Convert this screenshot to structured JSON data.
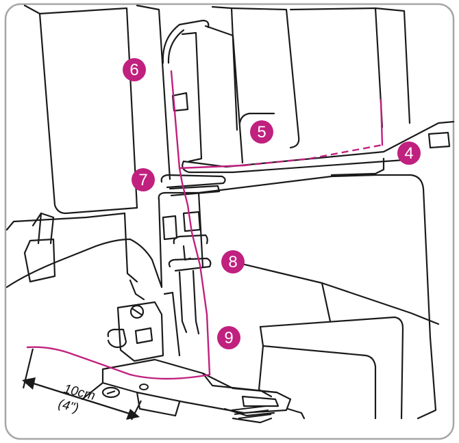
{
  "colors": {
    "thread": "#c0207e",
    "badge": "#c0207e",
    "line_art": "#1a1a1a",
    "background": "#ffffff",
    "frame_border": "#a6a6a6"
  },
  "badges": [
    {
      "id": "6",
      "label": "6"
    },
    {
      "id": "5",
      "label": "5"
    },
    {
      "id": "4",
      "label": "4"
    },
    {
      "id": "7",
      "label": "7"
    },
    {
      "id": "8",
      "label": "8"
    },
    {
      "id": "9",
      "label": "9"
    }
  ],
  "measurement": {
    "primary": "10cm",
    "secondary": "(4\")"
  }
}
